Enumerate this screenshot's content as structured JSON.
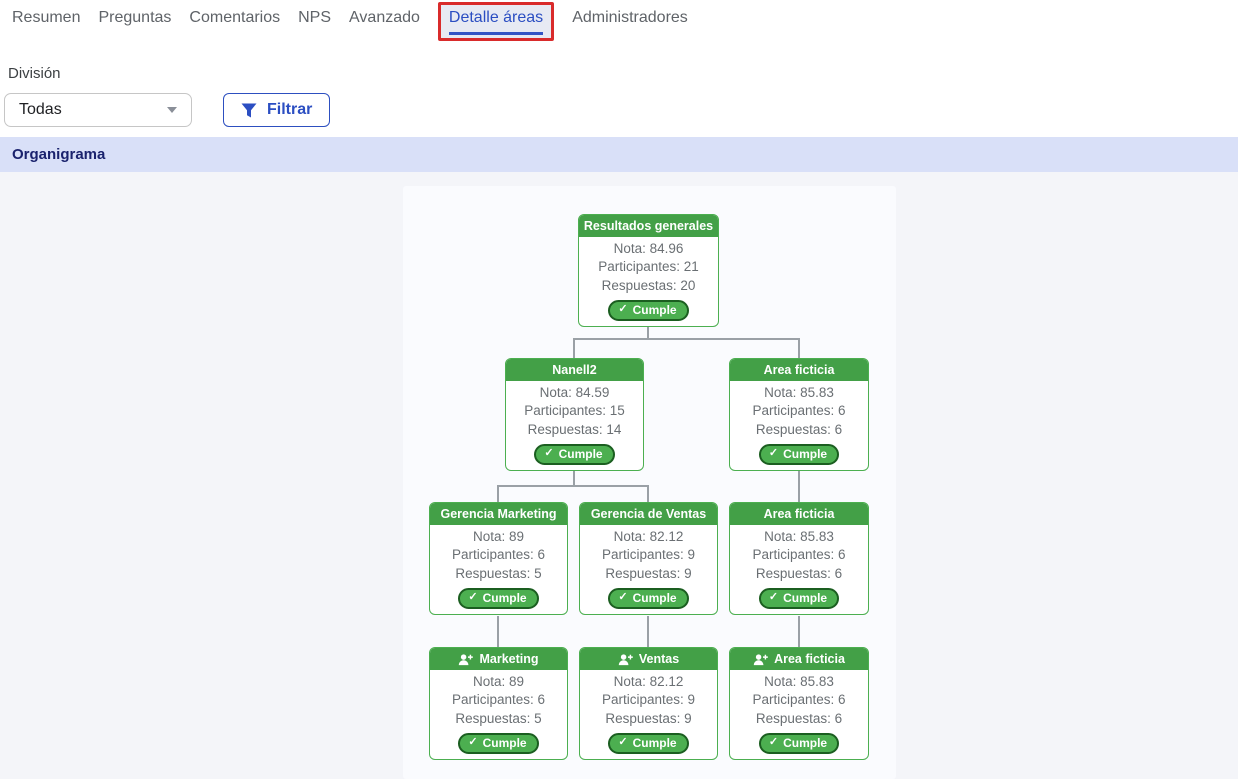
{
  "nav": {
    "tabs": [
      {
        "label": "Resumen",
        "active": false
      },
      {
        "label": "Preguntas",
        "active": false
      },
      {
        "label": "Comentarios",
        "active": false
      },
      {
        "label": "NPS",
        "active": false
      },
      {
        "label": "Avanzado",
        "active": false
      },
      {
        "label": "Detalle áreas",
        "active": true,
        "highlighted": true
      },
      {
        "label": "Administradores",
        "active": false
      }
    ]
  },
  "filters": {
    "division_label": "División",
    "division_selected": "Todas",
    "filter_button": "Filtrar"
  },
  "section": {
    "title": "Organigrama"
  },
  "orgchart": {
    "badge_check": "✓",
    "nodes": [
      {
        "title": "Resultados generales",
        "lines": [
          "Nota: 84.96",
          "Participantes: 21",
          "Respuestas: 20"
        ],
        "badge": "Cumple",
        "icon": null
      },
      {
        "title": "Nanell2",
        "lines": [
          "Nota: 84.59",
          "Participantes: 15",
          "Respuestas: 14"
        ],
        "badge": "Cumple",
        "icon": null
      },
      {
        "title": "Area ficticia",
        "lines": [
          "Nota: 85.83",
          "Participantes: 6",
          "Respuestas: 6"
        ],
        "badge": "Cumple",
        "icon": null
      },
      {
        "title": "Gerencia Marketing",
        "lines": [
          "Nota: 89",
          "Participantes: 6",
          "Respuestas: 5"
        ],
        "badge": "Cumple",
        "icon": null
      },
      {
        "title": "Gerencia de Ventas",
        "lines": [
          "Nota: 82.12",
          "Participantes: 9",
          "Respuestas: 9"
        ],
        "badge": "Cumple",
        "icon": null
      },
      {
        "title": "Area ficticia",
        "lines": [
          "Nota: 85.83",
          "Participantes: 6",
          "Respuestas: 6"
        ],
        "badge": "Cumple",
        "icon": null
      },
      {
        "title": "Marketing",
        "lines": [
          "Nota: 89",
          "Participantes: 6",
          "Respuestas: 5"
        ],
        "badge": "Cumple",
        "icon": "person-plus-icon"
      },
      {
        "title": "Ventas",
        "lines": [
          "Nota: 82.12",
          "Participantes: 9",
          "Respuestas: 9"
        ],
        "badge": "Cumple",
        "icon": "person-plus-icon"
      },
      {
        "title": "Area ficticia",
        "lines": [
          "Nota: 85.83",
          "Participantes: 6",
          "Respuestas: 6"
        ],
        "badge": "Cumple",
        "icon": "person-plus-icon"
      }
    ]
  },
  "colors": {
    "node_green": "#43a047",
    "badge_green": "#4caf50",
    "badge_border": "#1b5e20",
    "connector_gray": "#9aa0a6",
    "section_header_bg": "#d9e0f8",
    "active_tab_blue": "#2b4ec2",
    "annotation_red": "#d92b2b"
  }
}
